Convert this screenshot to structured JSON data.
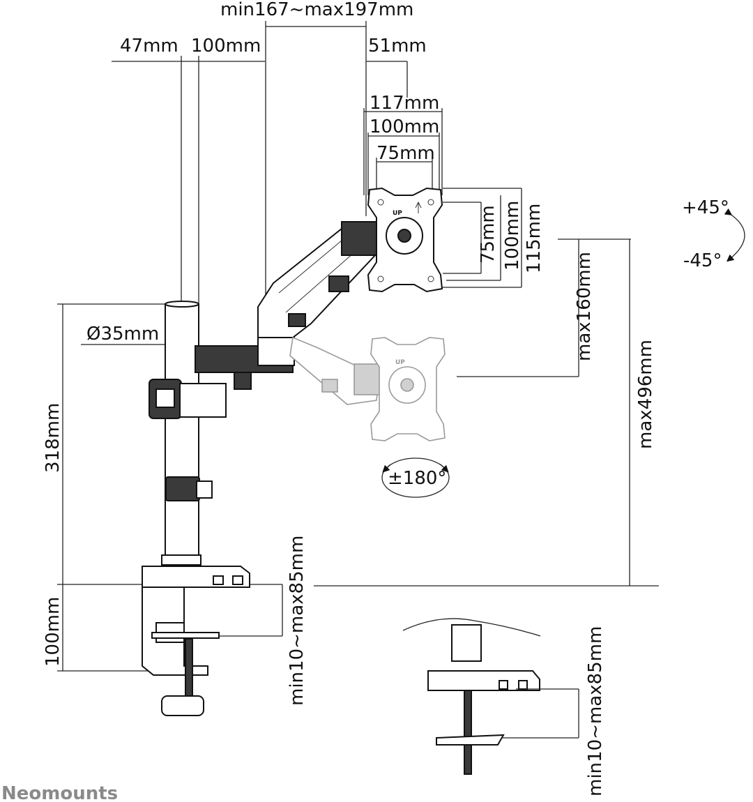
{
  "brand": "Neomounts",
  "dimensions": {
    "arm_range": "min167~max197mm",
    "offset_47": "47mm",
    "offset_100": "100mm",
    "offset_51": "51mm",
    "vesa_117": "117mm",
    "vesa_100": "100mm",
    "vesa_75": "75mm",
    "vesa_v75": "75mm",
    "vesa_v100": "100mm",
    "vesa_v115": "115mm",
    "pole_diameter": "Ø35mm",
    "pole_height": "318mm",
    "height_adjust": "max160mm",
    "max_height": "max496mm",
    "clamp_height": "100mm",
    "clamp_range": "min10~max85mm",
    "grommet_range": "min10~max85mm"
  },
  "rotation": {
    "tilt_up": "+45°",
    "tilt_down": "-45°",
    "swivel": "±180°"
  },
  "plate_label": "UP"
}
